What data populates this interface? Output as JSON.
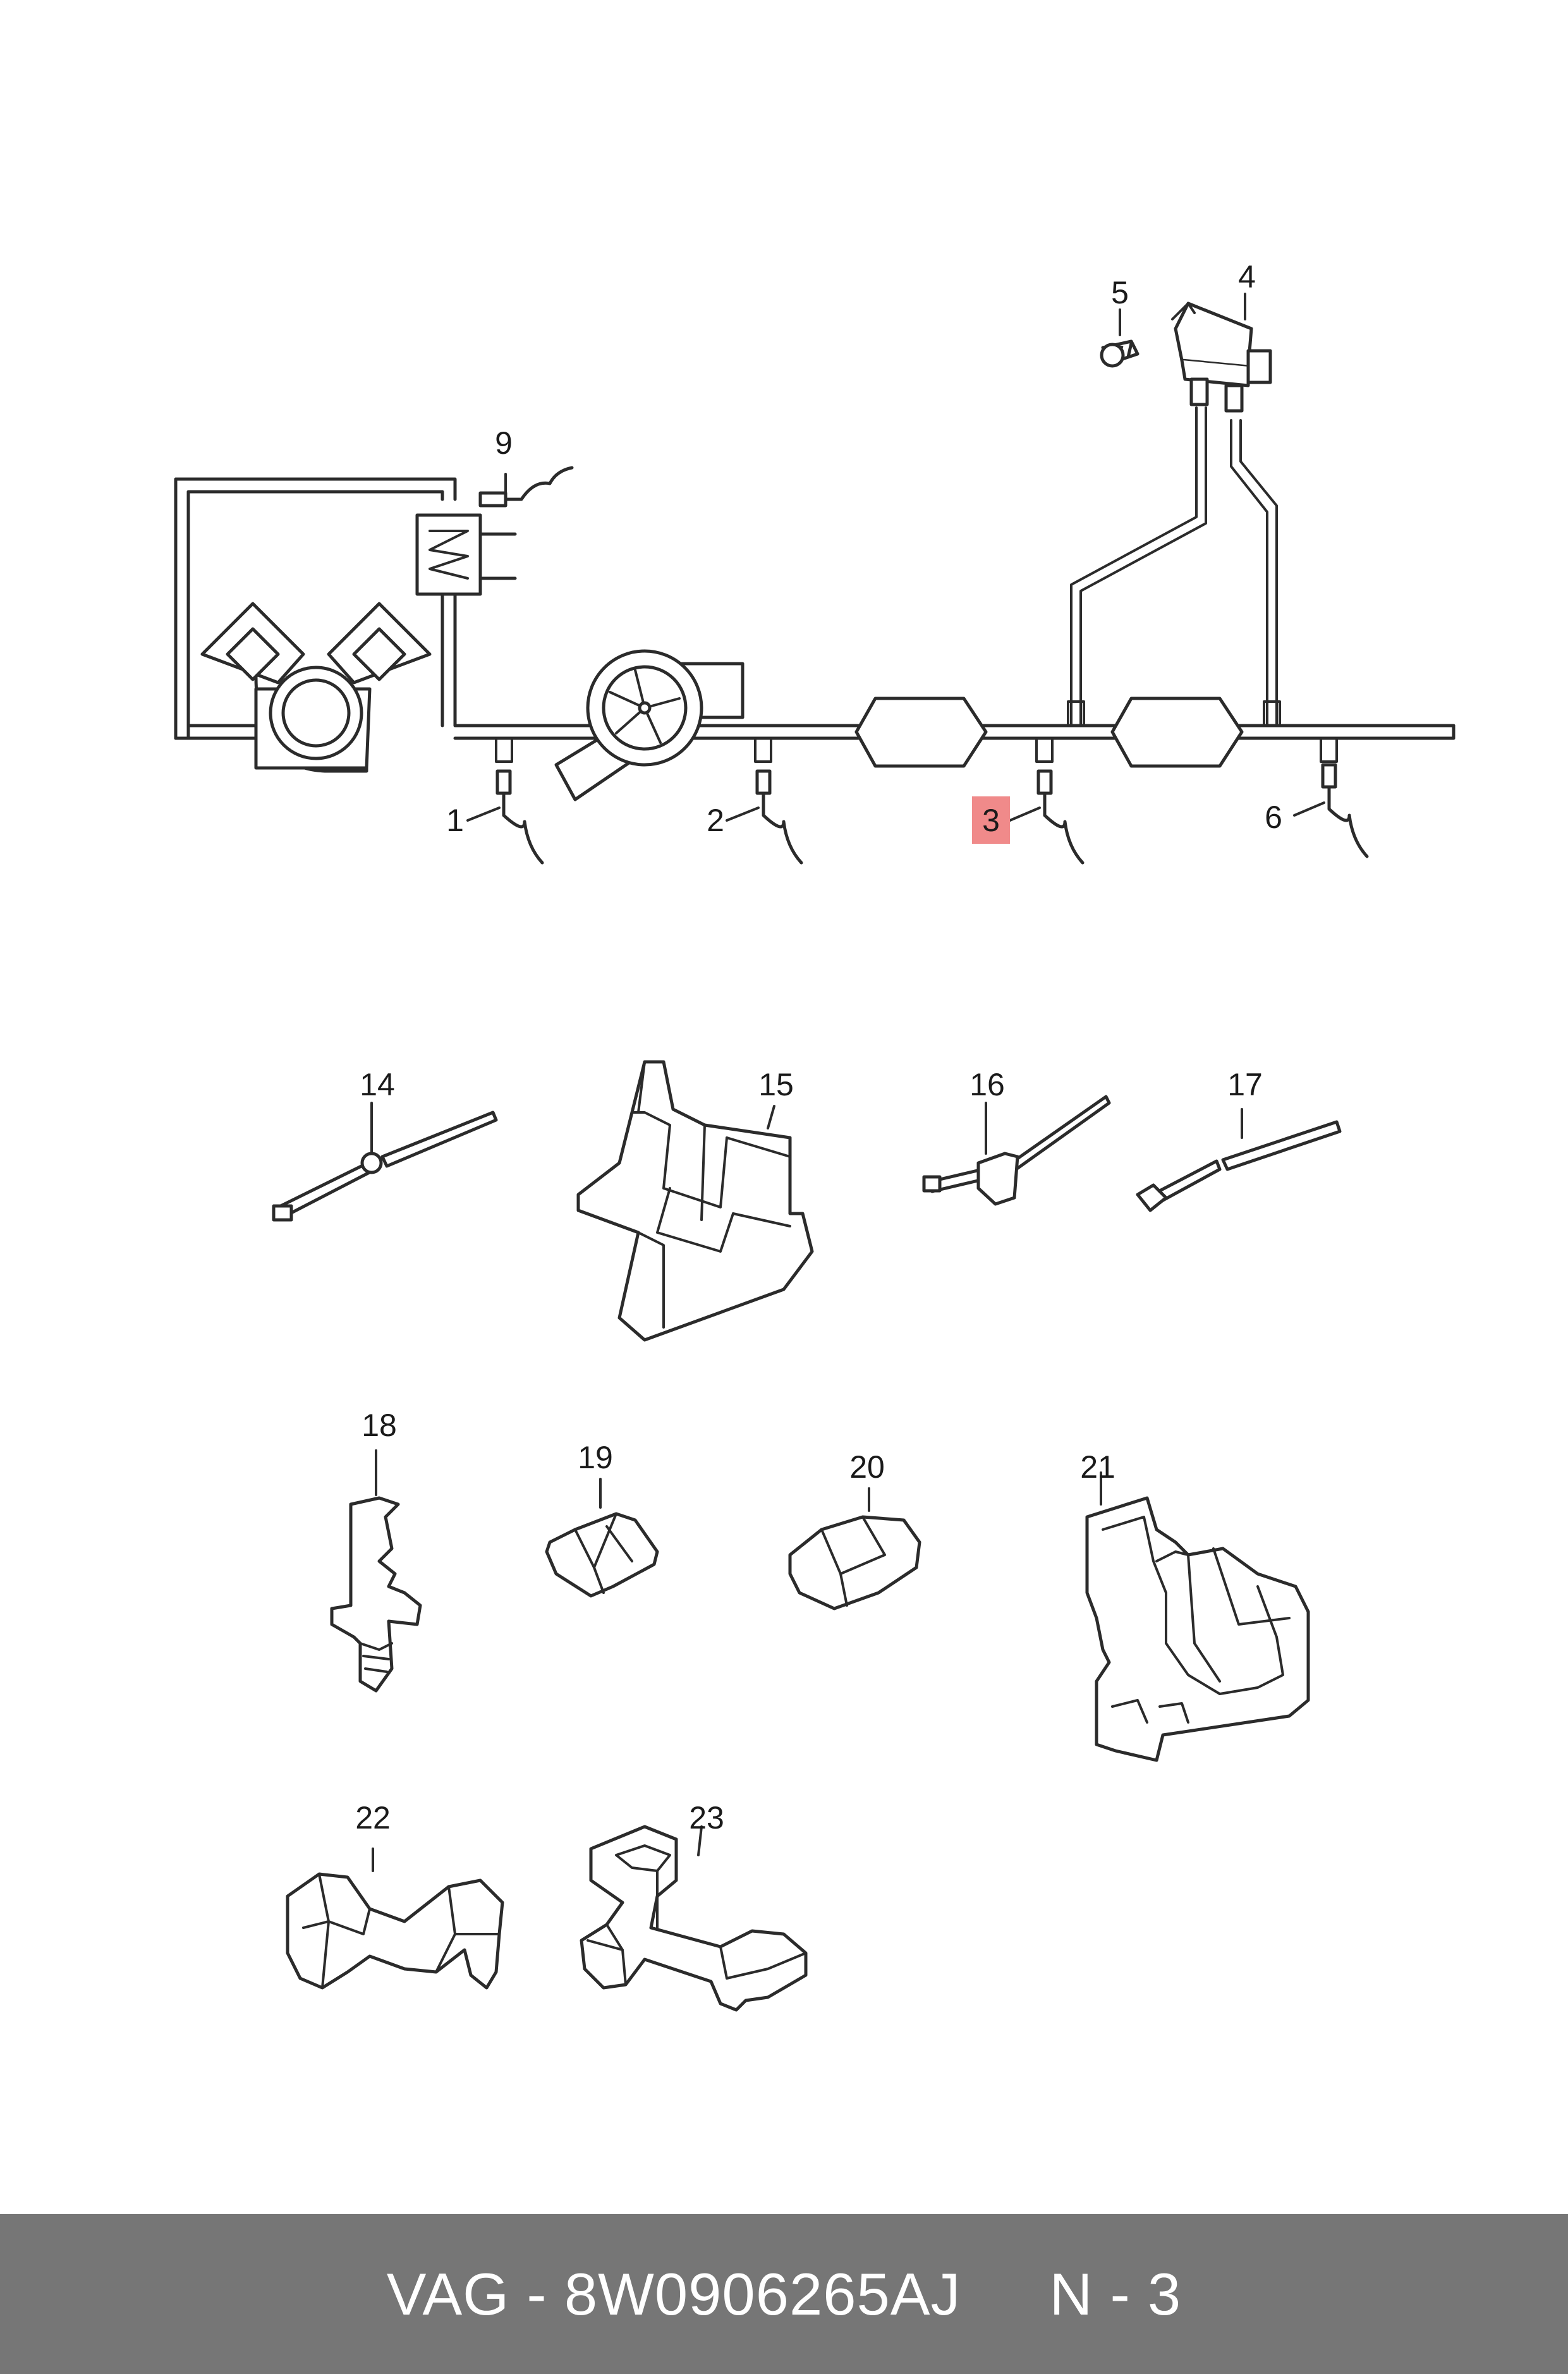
{
  "diagram": {
    "callouts": [
      "1",
      "2",
      "3",
      "4",
      "5",
      "6",
      "9",
      "14",
      "15",
      "16",
      "17",
      "18",
      "19",
      "20",
      "21",
      "22",
      "23"
    ],
    "highlighted_callout": "3",
    "highlight_color": "#f08a8a"
  },
  "footer": {
    "brand": "VAG",
    "separator": " - ",
    "part_number": "8W0906265AJ",
    "position_label": "N - 3",
    "background": "#767676"
  }
}
